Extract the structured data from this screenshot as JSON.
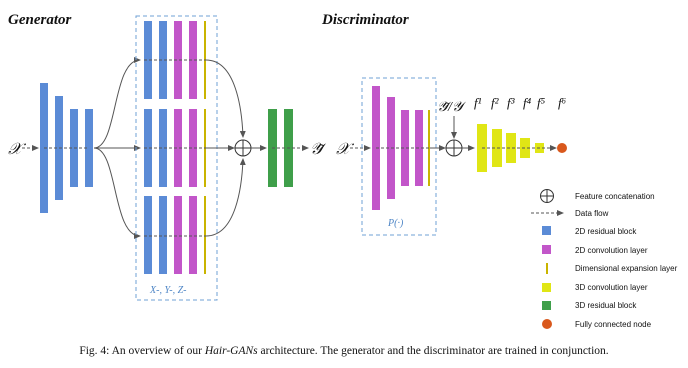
{
  "headings": {
    "generator": "Generator",
    "discriminator": "Discriminator"
  },
  "math": {
    "input_gen": "𝒳",
    "output_gen": "𝒴̃",
    "input_disc": "𝒳",
    "concat_inputs": "𝒴̃/𝒴",
    "features": [
      "f¹",
      "f²",
      "f³",
      "f⁴",
      "f⁵",
      "f⁶"
    ],
    "branch_label": "X-, Y-, Z-",
    "projector_label": "P(·)"
  },
  "legend": [
    {
      "icon": "plus-circle-icon",
      "label": "Feature concatenation"
    },
    {
      "icon": "dashed-arrow-icon",
      "label": "Data flow"
    },
    {
      "icon": "blue-block-icon",
      "label": "2D residual block",
      "color": "#5b8bd6"
    },
    {
      "icon": "magenta-block-icon",
      "label": "2D convolution layer",
      "color": "#c256c9"
    },
    {
      "icon": "olive-line-icon",
      "label": "Dimensional expansion layer",
      "color": "#c9b400"
    },
    {
      "icon": "yellow-block-icon",
      "label": "3D convolution layer",
      "color": "#e0e615"
    },
    {
      "icon": "green-block-icon",
      "label": "3D residual block",
      "color": "#3f9f4a"
    },
    {
      "icon": "orange-dot-icon",
      "label": "Fully connected node",
      "color": "#d9581c"
    }
  ],
  "caption": {
    "prefix": "Fig. 4:  An overview of our ",
    "emph": "Hair-GANs",
    "suffix": " architecture. The generator and the discriminator are trained in conjunction."
  }
}
